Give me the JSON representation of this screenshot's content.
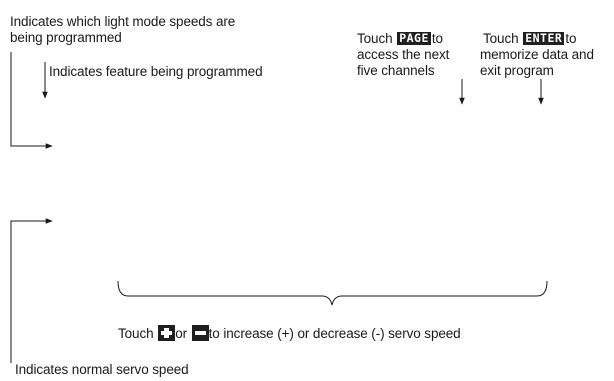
{
  "annotations": {
    "light_mode": {
      "line1": "Indicates which light mode speeds are",
      "line2": "being programmed"
    },
    "feature": {
      "text": "Indicates feature being programmed"
    },
    "page_key": {
      "prefix": "Touch",
      "key_label": "PAGE",
      "suffix": "to",
      "line2": "access the next",
      "line3": "five channels"
    },
    "enter_key": {
      "prefix": "Touch",
      "key_label": "ENTER",
      "suffix": "to",
      "line2": "memorize data and",
      "line3": "exit program"
    },
    "servo_speed": {
      "prefix": "Touch",
      "middle": "or",
      "suffix": "to increase (+) or decrease (-) servo speed",
      "plus_icon": "plus-key-icon",
      "minus_icon": "minus-key-icon"
    },
    "normal_speed": {
      "text": "Indicates normal servo speed"
    }
  }
}
